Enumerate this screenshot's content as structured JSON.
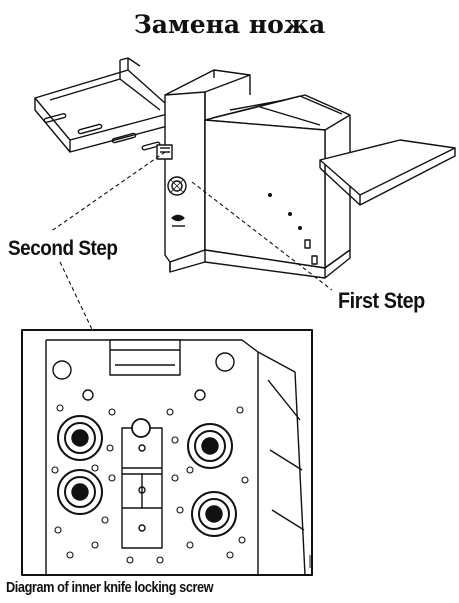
{
  "title": "Замена ножа",
  "labels": {
    "second_step": "Second Step",
    "first_step": "First Step",
    "caption": "Diagram of inner knife locking screw"
  },
  "colors": {
    "line": "#111111",
    "background": "#ffffff"
  }
}
